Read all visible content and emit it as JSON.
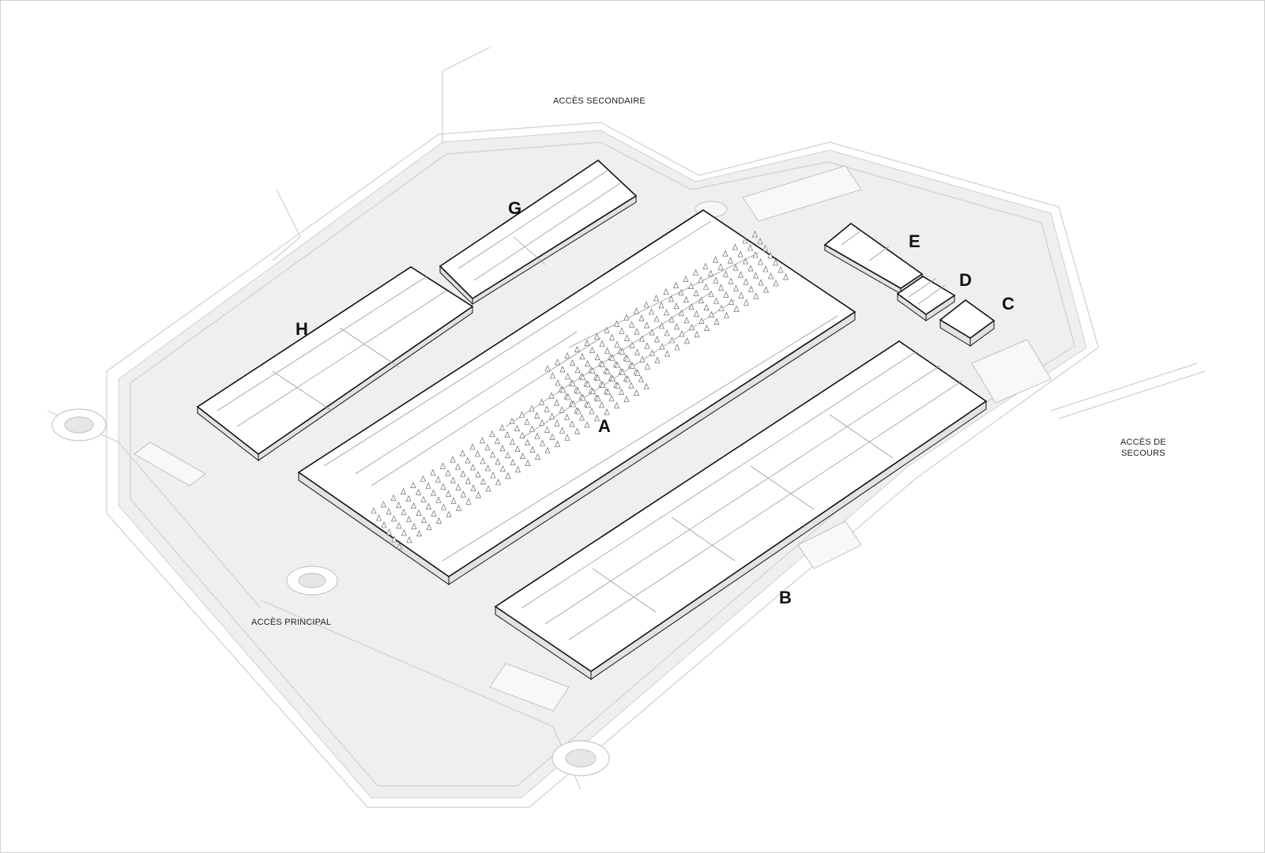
{
  "labels": {
    "access_secondary": "ACCÈS SECONDAIRE",
    "access_main": "ACCÈS PRINCIPAL",
    "access_emergency_line1": "ACCÈS DE",
    "access_emergency_line2": "SECOURS"
  },
  "buildings": [
    {
      "id": "A",
      "label": "A"
    },
    {
      "id": "B",
      "label": "B"
    },
    {
      "id": "C",
      "label": "C"
    },
    {
      "id": "D",
      "label": "D"
    },
    {
      "id": "E",
      "label": "E"
    },
    {
      "id": "G",
      "label": "G"
    },
    {
      "id": "H",
      "label": "H"
    }
  ],
  "colors": {
    "site_ground": "#eeeeee",
    "road_line": "#d2d2d2",
    "building_roof": "#ffffff",
    "building_outline": "#111111",
    "roof_detail": "#9a9a9a",
    "label": "#111111"
  }
}
